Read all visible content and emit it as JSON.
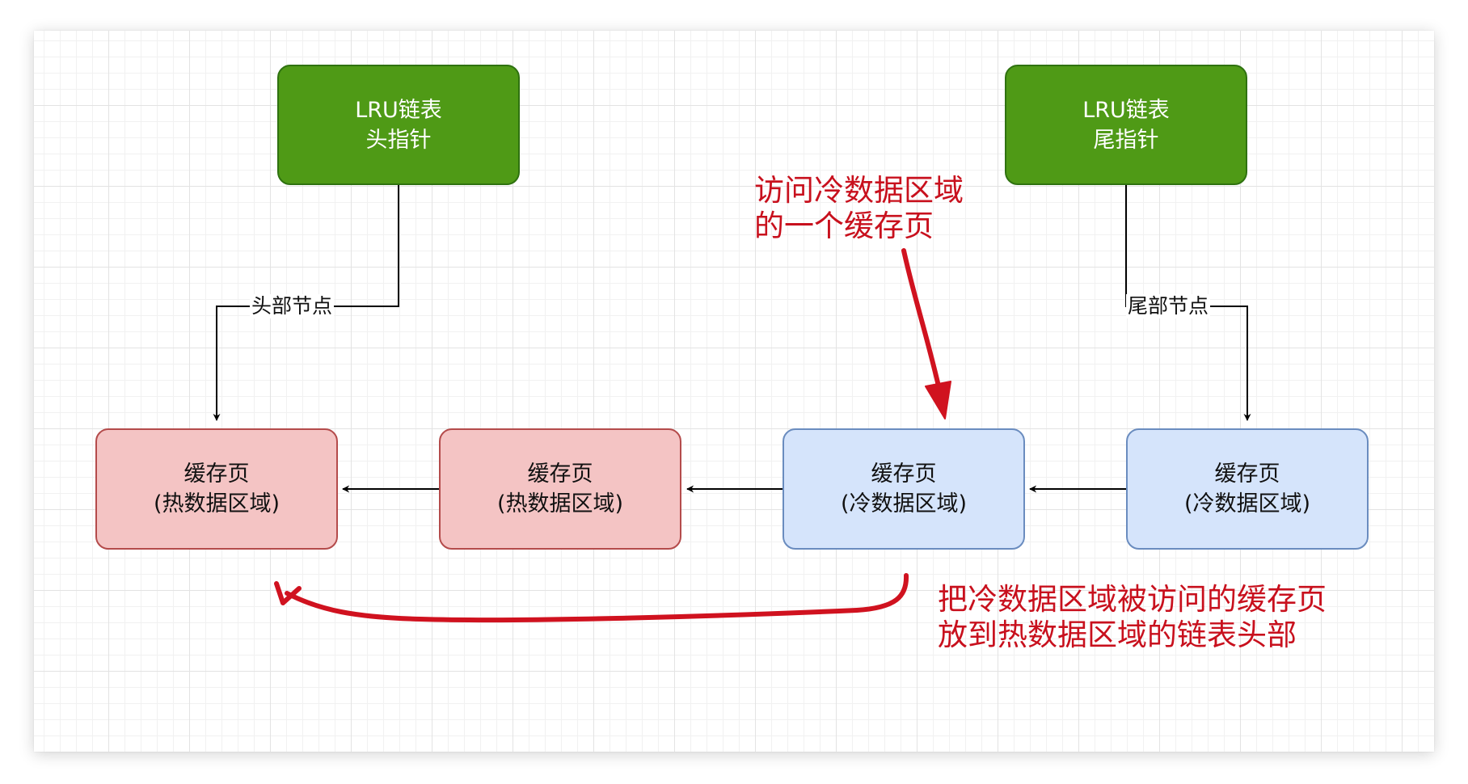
{
  "colors": {
    "pointer_fill": "#4f9a16",
    "hot_fill": "#f4c4c4",
    "cold_fill": "#d5e4fb",
    "annotation": "#c8101d"
  },
  "pointers": {
    "head": {
      "line1": "LRU链表",
      "line2": "头指针"
    },
    "tail": {
      "line1": "LRU链表",
      "line2": "尾指针"
    }
  },
  "pages": [
    {
      "line1": "缓存页",
      "line2": "(热数据区域)",
      "region": "hot"
    },
    {
      "line1": "缓存页",
      "line2": "(热数据区域)",
      "region": "hot"
    },
    {
      "line1": "缓存页",
      "line2": "(冷数据区域)",
      "region": "cold"
    },
    {
      "line1": "缓存页",
      "line2": "(冷数据区域)",
      "region": "cold"
    }
  ],
  "edge_labels": {
    "head_node": "头部节点",
    "tail_node": "尾部节点"
  },
  "annotations": {
    "access": {
      "line1": "访问冷数据区域",
      "line2": "的一个缓存页"
    },
    "move": {
      "line1": "把冷数据区域被访问的缓存页",
      "line2": "放到热数据区域的链表头部"
    }
  }
}
